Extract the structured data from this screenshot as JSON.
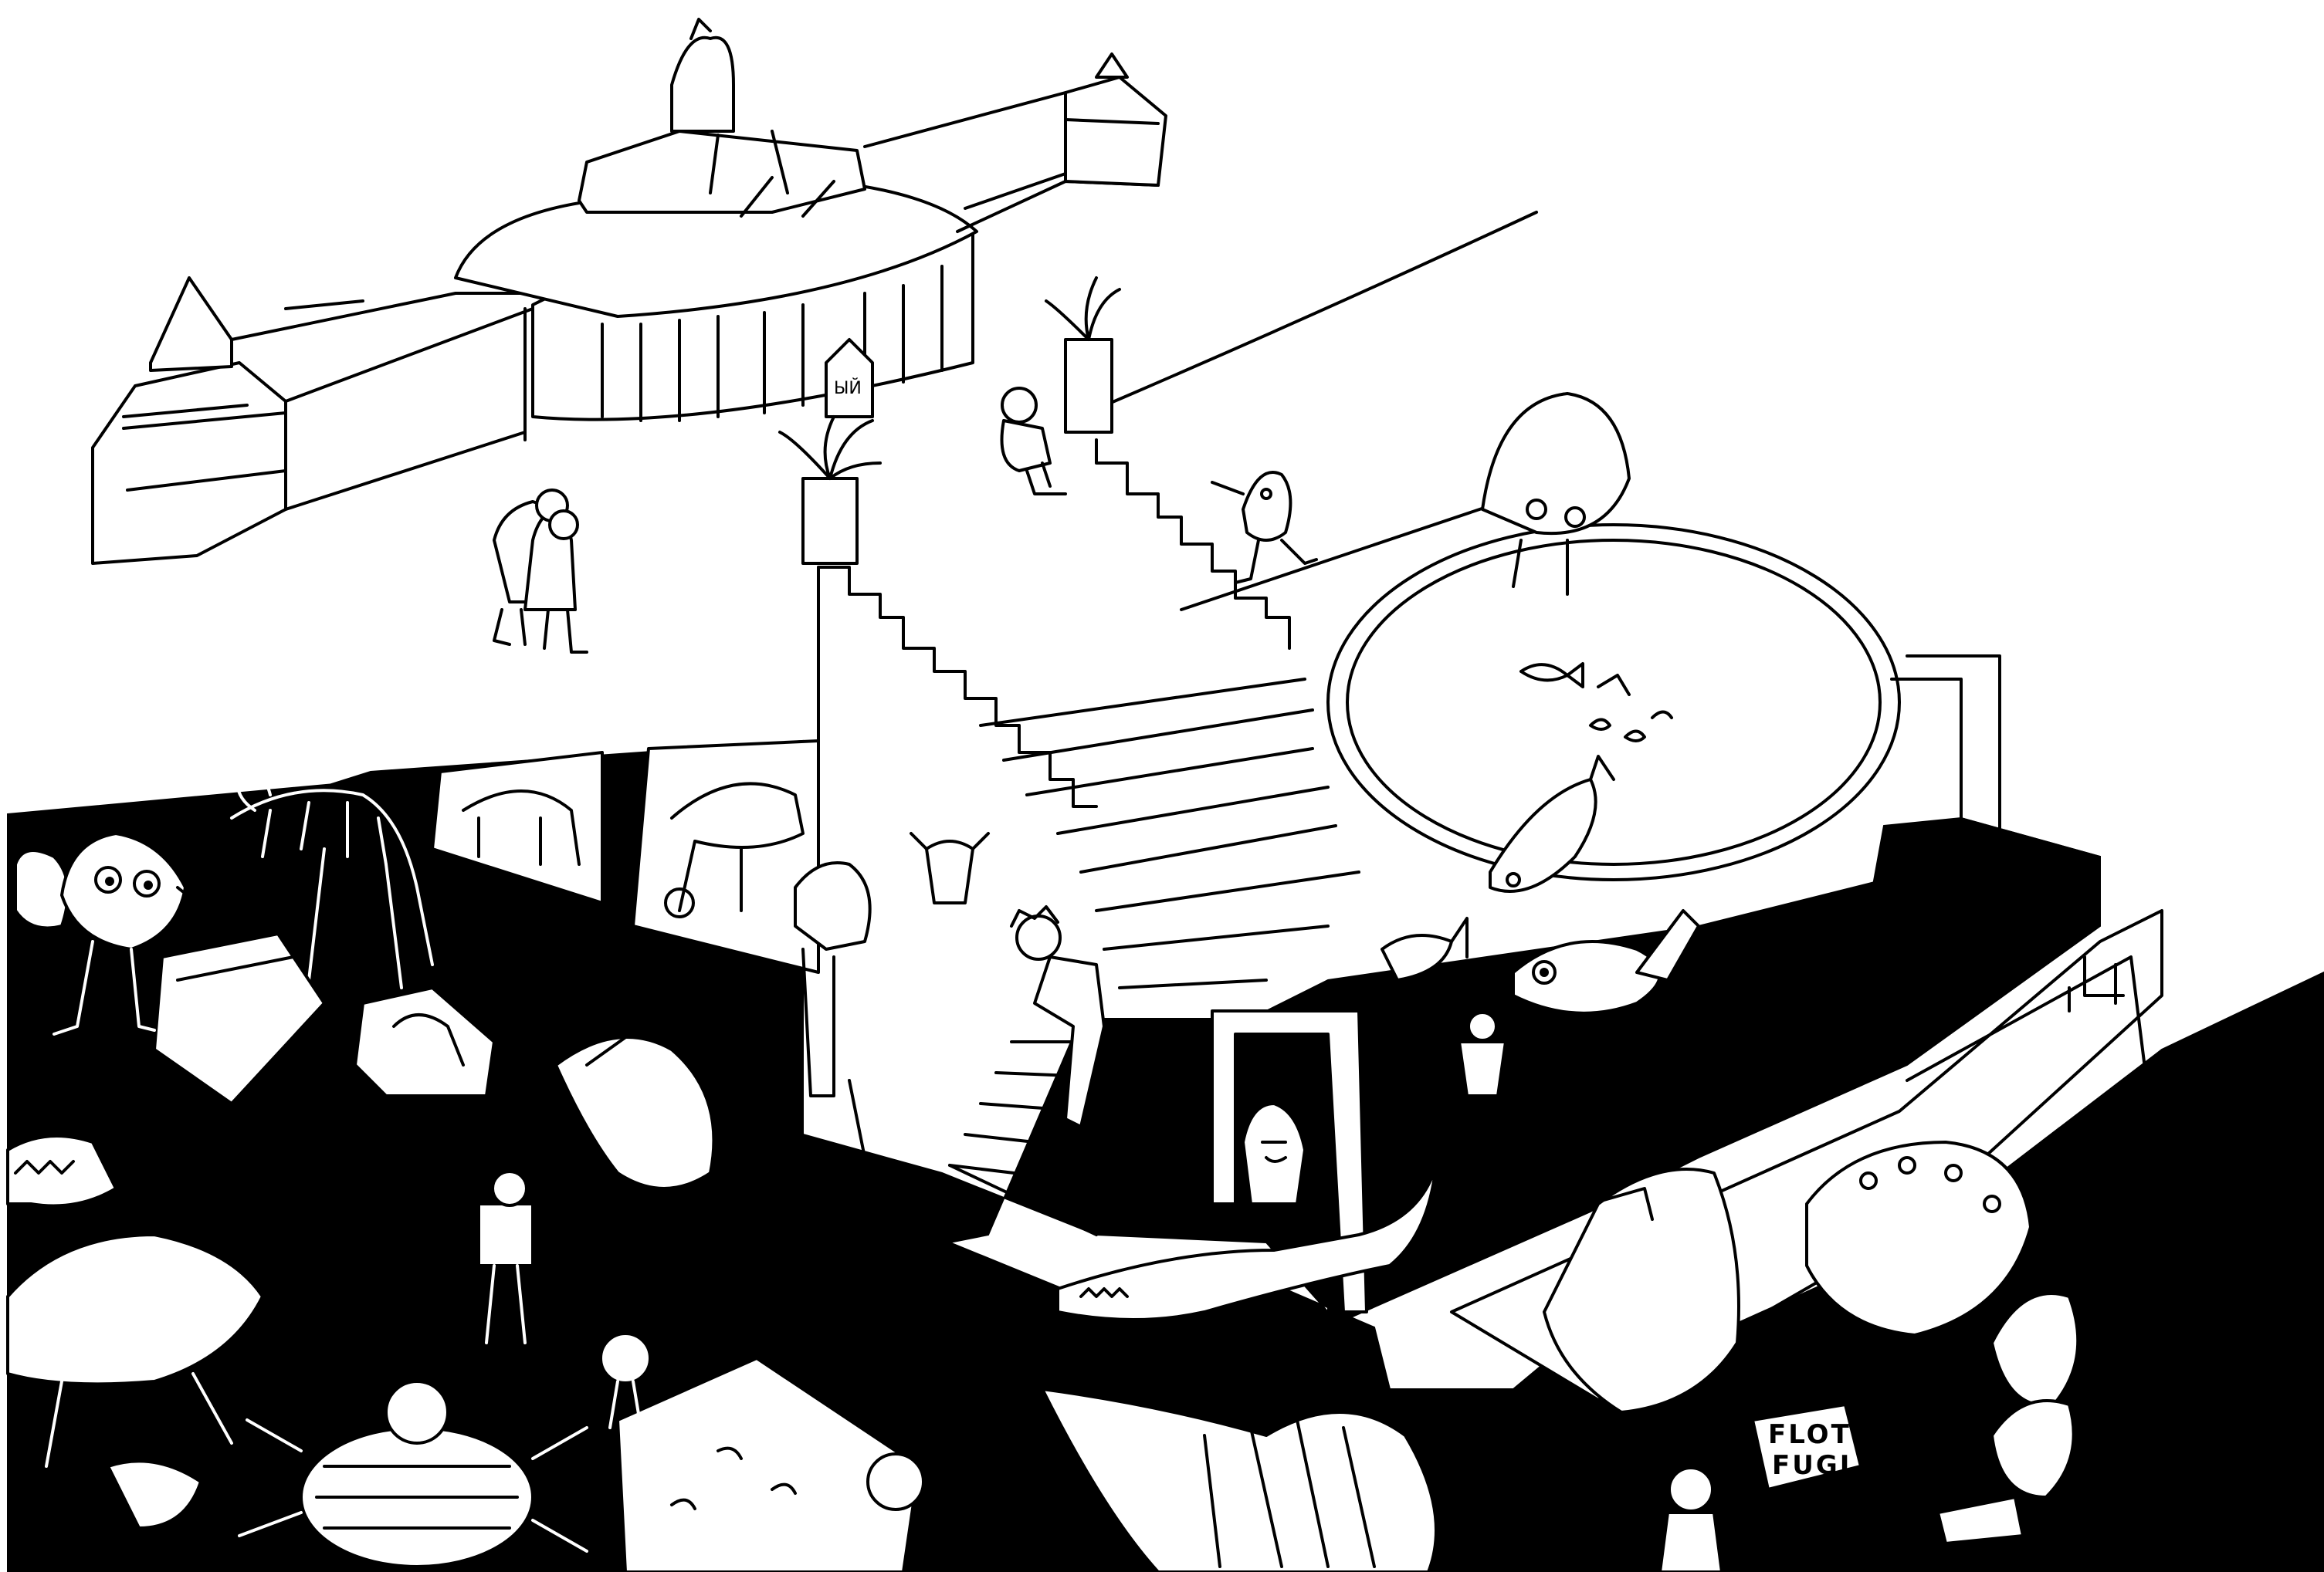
{
  "illustration": {
    "style": "black-and-white pen drawing",
    "colors": {
      "ink": "#000000",
      "paper": "#ffffff"
    }
  },
  "sign": {
    "line1": "FLOT",
    "line2": "FUGL"
  },
  "dome_sign": {
    "text": "ЫЙ"
  }
}
